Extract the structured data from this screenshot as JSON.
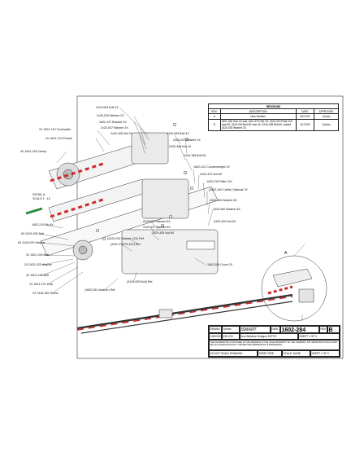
{
  "revisions": {
    "title": "REVISIONS",
    "headers": [
      "REV.",
      "DESCRIPTION",
      "DATE",
      "APPROVED"
    ],
    "rows": [
      {
        "rev": "A",
        "desc": "New Number",
        "date": "03/17/22",
        "approved": "Tpham"
      },
      {
        "rev": "B",
        "desc": "1601-340 Hub 2X was 1401-479 Hub 2X; 1402-019 Plate 10X was 8X; 2415-040 Bolt 8X was 4X; 2415-185 Bolt 6X; Added 2420-025 Washer 2X.",
        "date": "11/17/23",
        "approved": "Tpham"
      }
    ]
  },
  "detail": {
    "title": "DETAIL A",
    "scale": "SCALE 1 : 12",
    "view_letter": "A"
  },
  "callouts": {
    "c1": "2415-053 Bolt 2X",
    "c2": "2x20-029 Washer 2X",
    "c3": "1602-197 Bracket 2X",
    "c4": "2x20-047 Washer 2X",
    "c5": "2x20-405 Nut 2X",
    "c6": "2X 1601-122 Turnbuckle",
    "c7": "2X 1601-124 Ferrule",
    "c8": "4X 1601-163 Clamp",
    "c9": "2415-053 Bolt 4X",
    "c10": "2420-047 Washer 4X",
    "c11": "2420-405 Nut 4X",
    "c12": "2415-188 Bolt 6X",
    "c13": "1602-222 Counterweight 2X",
    "c14": "2420-470 Nut 8X",
    "c15": "1402-019 Plate 10X",
    "c16": "(1602-240 Cable) Optional 1X",
    "c17": "2420-030 Washer 8X",
    "c18": "2420-050 Washer 8X",
    "c19": "2420-420 Nut 8X",
    "c20": "1602-210 Pin 6X",
    "c21": "6X 2415-053 Bolt",
    "c22": "6X 2x20-029 Washer",
    "c23": "2X 1601-340 Hub",
    "c24": "2X 2420-025 Washer",
    "c25": "2X 1601-165 Bolt",
    "c26": "2X 1601-197 Lock",
    "c27": "2X 2416-352 Screw",
    "c28": "2x20-029 Washer 6X",
    "c29": "2x20-047 Washer 6X",
    "c30": "2420-405 Nut 6X",
    "c31": "(2420-015 Washer 12X) Ref.",
    "c32": "(2611-278 Fit-12X) Ref.",
    "c33": "(2415-435 Bolt) Ref.",
    "c34": "(1602-051 Washer) Ref.",
    "c35": "1602-006 Cover 2X"
  },
  "title_block": {
    "drawn_label": "DRAWN",
    "drawn_by": "Tpham",
    "checked_label": "CHECKED",
    "date": "03/17/22",
    "brand": "ISMART",
    "dwg_label": "DWG. NO.",
    "dwg_no": "1602-284",
    "rev_label": "REV.",
    "rev": "B",
    "title": "Arm Weldone Octagon 24FT07",
    "sheet": "SHEET 1 OF 3",
    "do_not_scale": "DO NOT SCALE DRAWING",
    "size_label": "SHEET SIZE",
    "scale_label": "SCALE: NONE",
    "notice": "THE INFORMATION CONTAINED IN THIS DRAWING IS THE SOLE PROPERTY OF THE COMPANY. ANY REPRODUCTION IN PART OR AS A WHOLE WITHOUT THE WRITTEN PERMISSION IS PROHIBITED."
  },
  "colors": {
    "line": "#222222",
    "accent_red": "#cc2a2a",
    "accent_green": "#2a8a3a",
    "part_fill": "#f2f2f2"
  }
}
